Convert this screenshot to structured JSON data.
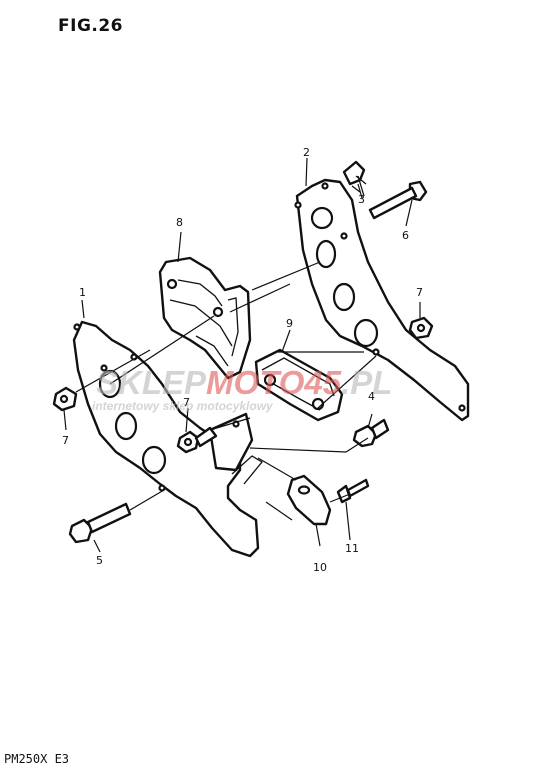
{
  "figure": {
    "title": "FIG.26",
    "model_code": "PM250X  E3"
  },
  "callouts": [
    {
      "id": "c1",
      "label": "1"
    },
    {
      "id": "c2",
      "label": "2"
    },
    {
      "id": "c3",
      "label": "3"
    },
    {
      "id": "c4",
      "label": "4"
    },
    {
      "id": "c5",
      "label": "5"
    },
    {
      "id": "c6",
      "label": "6"
    },
    {
      "id": "c7a",
      "label": "7"
    },
    {
      "id": "c7b",
      "label": "7"
    },
    {
      "id": "c7c",
      "label": "7"
    },
    {
      "id": "c8",
      "label": "8"
    },
    {
      "id": "c9",
      "label": "9"
    },
    {
      "id": "c10",
      "label": "10"
    },
    {
      "id": "c11",
      "label": "11"
    }
  ],
  "watermark": {
    "brand_part1": "SKLEP",
    "brand_part2": "MOTO45",
    "brand_part3": ".PL",
    "tagline": "internetowy sklep motocyklowy",
    "accent_color": "#e05a5a",
    "gray_color": "#b8b8b8"
  }
}
